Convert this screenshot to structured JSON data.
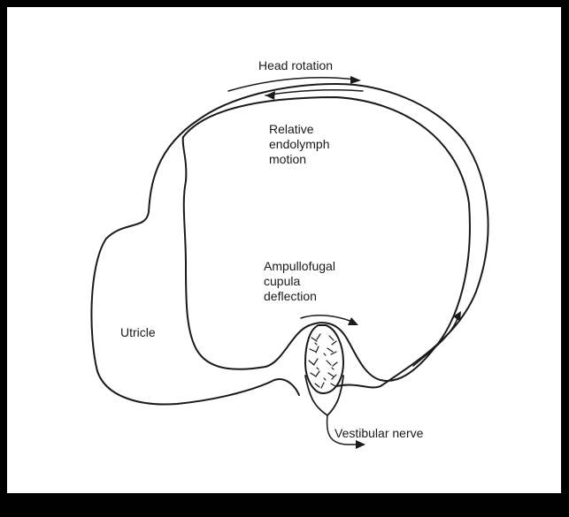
{
  "labels": {
    "head_rotation": "Head rotation",
    "relative_endolymph": [
      "Relative",
      "endolymph",
      "motion"
    ],
    "ampullofugal": [
      "Ampullofugal",
      "cupula",
      "deflection"
    ],
    "utricle": "Utricle",
    "vestibular_nerve": "Vestibular nerve"
  },
  "colors": {
    "ink": "#1a1a1a",
    "background": "#ffffff",
    "frame": "#000000"
  }
}
